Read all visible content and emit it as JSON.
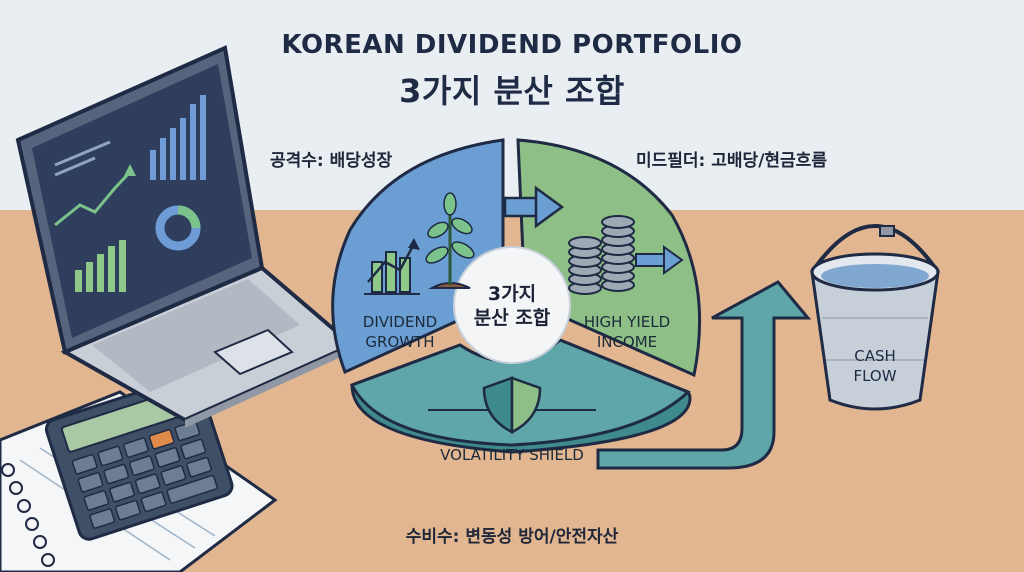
{
  "header": {
    "title_en": "KOREAN DIVIDEND PORTFOLIO",
    "title_ko": "3가지 분산 조합"
  },
  "roles": {
    "offense": "공격수: 배당성장",
    "midfielder": "미드필더: 고배당/현금흐름",
    "defense": "수비수: 변동성 방어/안전자산"
  },
  "center": {
    "line1": "3가지",
    "line2": "분산 조합"
  },
  "segments": {
    "growth": {
      "line1": "DIVIDEND",
      "line2": "GROWTH"
    },
    "income": {
      "line1": "HIGH YIELD",
      "line2": "INCOME"
    },
    "shield": {
      "label": "VOLATILITY SHIELD"
    }
  },
  "bucket": {
    "line1": "CASH",
    "line2": "FLOW"
  },
  "colors": {
    "growth": "#6b9fd4",
    "income": "#8dbf86",
    "shield": "#5fa6a8",
    "wall": "#e9eef2",
    "desk": "#e1b690"
  },
  "icons": [
    "laptop-icon",
    "calculator-icon",
    "notebook-icon",
    "plant-icon",
    "bar-growth-icon",
    "coin-stack-icon",
    "shield-icon",
    "bucket-icon",
    "arrow-icon"
  ]
}
